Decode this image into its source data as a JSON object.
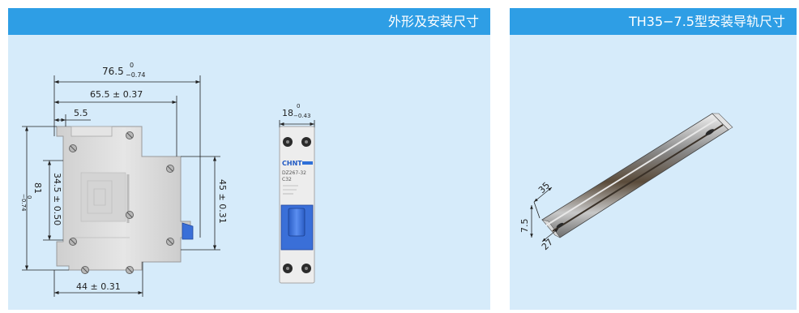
{
  "left_panel": {
    "title": "外形及安装尺寸",
    "dims": {
      "overall_width_main": "76.5",
      "overall_width_upper": "0",
      "overall_width_lower": "−0.74",
      "mount_width": "65.5 ± 0.37",
      "offset": "5.5",
      "front_height": "34.5 ± 0.50",
      "height_main": "81",
      "height_upper": "0",
      "height_lower": "−0.74",
      "side_height": "45 ± 0.31",
      "base_width": "44 ± 0.31",
      "front_width_main": "18",
      "front_width_upper": "0",
      "front_width_lower": "−0.43"
    },
    "device": {
      "brand": "CHNT",
      "model": "DZ267-32",
      "rating": "C32"
    }
  },
  "right_panel": {
    "title": "TH35−7.5型安装导轨尺寸",
    "dims": {
      "width": "35",
      "height": "7.5",
      "inner": "27"
    }
  },
  "colors": {
    "header": "#2e9ee5",
    "panel_bg": "#d6ebfa",
    "breaker_body": "#dcdcdc",
    "toggle_blue": "#3a6fd8"
  }
}
